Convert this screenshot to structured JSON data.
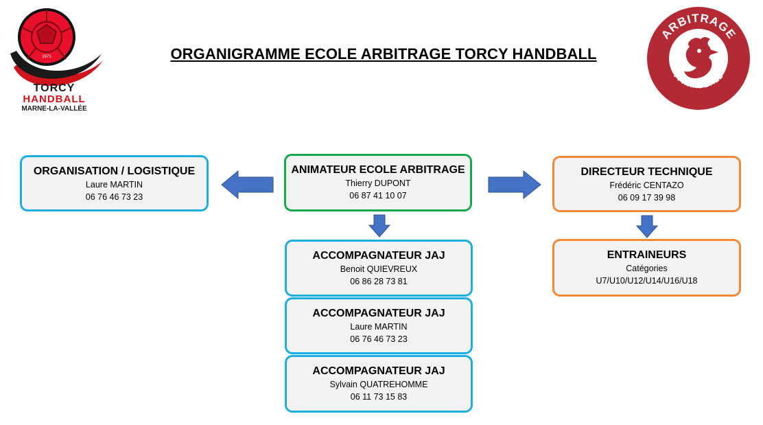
{
  "title": "ORGANIGRAMME ECOLE ARBITRAGE TORCY HANDBALL",
  "logos": {
    "torcy": {
      "line1": "TORCY",
      "line2": "HANDBALL",
      "line3": "MARNE-LA-VALLÉE",
      "year": "1971"
    },
    "arbitrage": {
      "top": "ARBITRAGE",
      "bottom": "FFHANDBALL"
    }
  },
  "colors": {
    "blue_border": "#1aafe0",
    "green_border": "#16a84a",
    "orange_border": "#ef8a3b",
    "arrow": "#4472c4",
    "box_fill": "#f2f2f2",
    "arbitrage_red": "#b12a34"
  },
  "boxes": {
    "logistique": {
      "title": "ORGANISATION / LOGISTIQUE",
      "name": "Laure MARTIN",
      "phone": "06 76 46 73 23"
    },
    "animateur": {
      "title": "ANIMATEUR ECOLE ARBITRAGE",
      "name": "Thierry DUPONT",
      "phone": "06 87 41 10 07"
    },
    "directeur": {
      "title": "DIRECTEUR TECHNIQUE",
      "name": "Frédéric CENTAZO",
      "phone": "06 09 17 39 98"
    },
    "jaj1": {
      "title": "ACCOMPAGNATEUR JAJ",
      "name": "Benoit QUIEVREUX",
      "phone": "06 86 28 73 81"
    },
    "jaj2": {
      "title": "ACCOMPAGNATEUR JAJ",
      "name": "Laure MARTIN",
      "phone": "06 76 46 73 23"
    },
    "jaj3": {
      "title": "ACCOMPAGNATEUR JAJ",
      "name": "Sylvain QUATREHOMME",
      "phone": "06 11 73 15 83"
    },
    "entraineurs": {
      "title": "ENTRAINEURS",
      "line1": "Catégories",
      "line2": "U7/U10/U12/U14/U16/U18"
    }
  }
}
